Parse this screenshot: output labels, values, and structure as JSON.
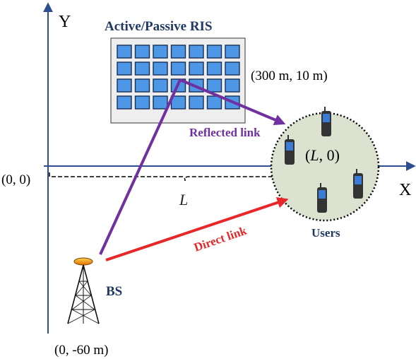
{
  "axes": {
    "y_label": "Y",
    "x_label": "X",
    "origin_label": "(0, 0)",
    "distance_label": "L"
  },
  "ris": {
    "title": "Active/Passive RIS",
    "coordinate": "(300 m, 10 m)",
    "rows": 4,
    "cols": 7
  },
  "users": {
    "label": "Users",
    "center_label_var": "L",
    "center_label_rest": ", 0)",
    "center_label_open": "("
  },
  "bs": {
    "label": "BS",
    "coordinate": "(0, -60 m)"
  },
  "links": {
    "reflected": {
      "label": "Reflected link",
      "color": "#7030a0"
    },
    "direct": {
      "label": "Direct link",
      "color": "#e8272a"
    }
  },
  "colors": {
    "axis": "#2e4f8f",
    "ris_cell": "#4d97e6",
    "users_fill": "#dbe3d0",
    "bs_label": "#1f3864"
  }
}
